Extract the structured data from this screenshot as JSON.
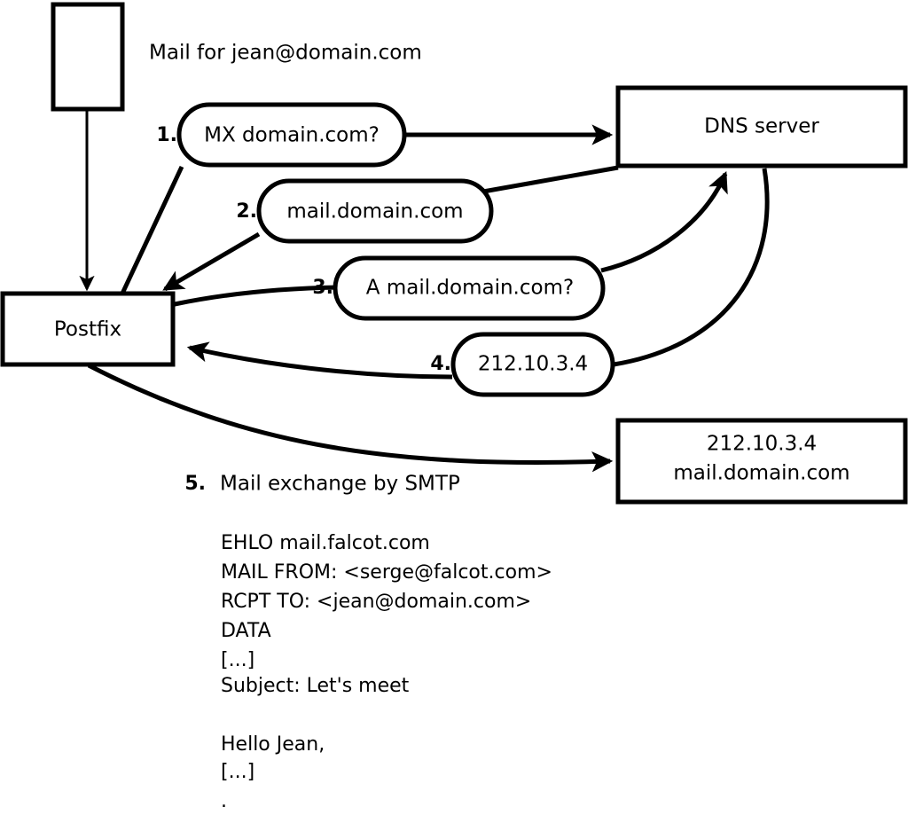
{
  "diagram": {
    "title_note": "Mail for jean@domain.com",
    "nodes": {
      "client": {
        "label": ""
      },
      "postfix": {
        "label": "Postfix"
      },
      "dns": {
        "label": "DNS server"
      },
      "target_ip": {
        "line1": "212.10.3.4",
        "line2": "mail.domain.com"
      }
    },
    "steps": [
      {
        "number": "1.",
        "label": "MX domain.com?"
      },
      {
        "number": "2.",
        "label": "mail.domain.com"
      },
      {
        "number": "3.",
        "label": "A mail.domain.com?"
      },
      {
        "number": "4.",
        "label": "212.10.3.4"
      }
    ],
    "step5": {
      "number": "5.",
      "label": "Mail exchange by SMTP"
    },
    "smtp_transcript": [
      "EHLO mail.falcot.com",
      "MAIL FROM: <serge@falcot.com>",
      "RCPT TO: <jean@domain.com>",
      "DATA",
      "[...]",
      "Subject: Let's meet",
      "",
      "Hello Jean,",
      "[...]",
      "."
    ],
    "colors": {
      "stroke": "#000000",
      "fill": "#ffffff",
      "text": "#000000"
    }
  }
}
